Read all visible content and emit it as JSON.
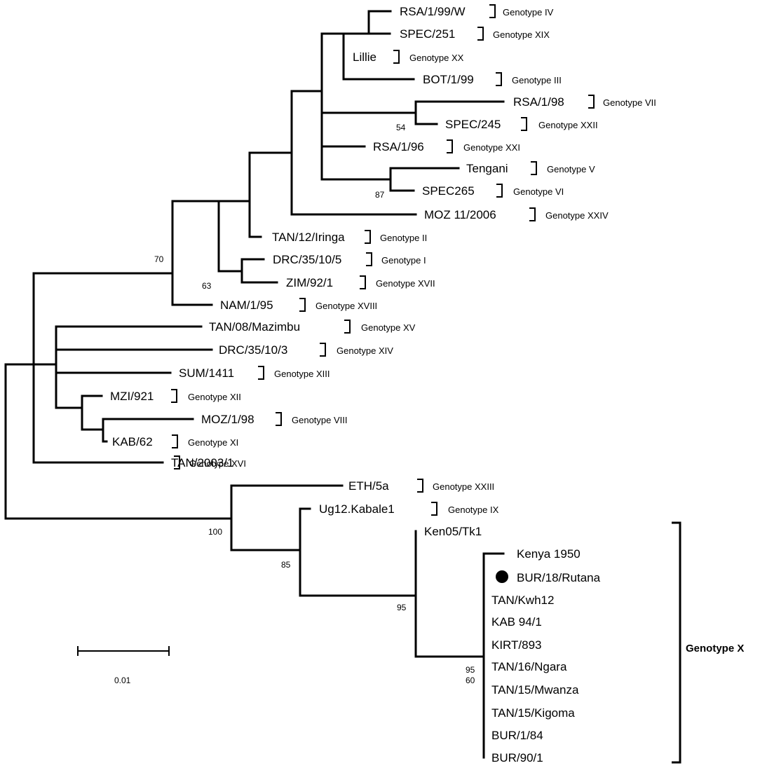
{
  "taxa": [
    {
      "label": "RSA/1/99/W",
      "genotype": "Genotype IV"
    },
    {
      "label": "SPEC/251",
      "genotype": "Genotype XIX"
    },
    {
      "label": "Lillie",
      "genotype": "Genotype XX"
    },
    {
      "label": "BOT/1/99",
      "genotype": "Genotype III"
    },
    {
      "label": "RSA/1/98",
      "genotype": "Genotype VII"
    },
    {
      "label": "SPEC/245",
      "genotype": "Genotype XXII"
    },
    {
      "label": "RSA/1/96",
      "genotype": "Genotype XXI"
    },
    {
      "label": "Tengani",
      "genotype": "Genotype V"
    },
    {
      "label": "SPEC265",
      "genotype": "Genotype VI"
    },
    {
      "label": "MOZ 11/2006",
      "genotype": "Genotype XXIV"
    },
    {
      "label": "TAN/12/Iringa",
      "genotype": "Genotype II"
    },
    {
      "label": "DRC/35/10/5",
      "genotype": "Genotype I"
    },
    {
      "label": "ZIM/92/1",
      "genotype": "Genotype XVII"
    },
    {
      "label": "NAM/1/95",
      "genotype": "Genotype XVIII"
    },
    {
      "label": "TAN/08/Mazimbu",
      "genotype": "Genotype XV"
    },
    {
      "label": "DRC/35/10/3",
      "genotype": "Genotype XIV"
    },
    {
      "label": "SUM/1411",
      "genotype": "Genotype XIII"
    },
    {
      "label": "MZI/921",
      "genotype": "Genotype XII"
    },
    {
      "label": "MOZ/1/98",
      "genotype": "Genotype VIII"
    },
    {
      "label": "KAB/62",
      "genotype": "Genotype XI"
    },
    {
      "label": "TAN/2003/1",
      "genotype": "Genotype XVI"
    },
    {
      "label": "ETH/5a",
      "genotype": "Genotype XXIII"
    },
    {
      "label": "Ug12.Kabale1",
      "genotype": "Genotype IX"
    },
    {
      "label": "Ken05/Tk1",
      "genotype": ""
    },
    {
      "label": "Kenya 1950",
      "genotype": ""
    },
    {
      "label": "BUR/18/Rutana",
      "genotype": ""
    },
    {
      "label": "TAN/Kwh12",
      "genotype": ""
    },
    {
      "label": "KAB 94/1",
      "genotype": ""
    },
    {
      "label": "KIRT/893",
      "genotype": ""
    },
    {
      "label": "TAN/16/Ngara",
      "genotype": ""
    },
    {
      "label": "TAN/15/Mwanza",
      "genotype": ""
    },
    {
      "label": "TAN/15/Kigoma",
      "genotype": ""
    },
    {
      "label": "BUR/1/84",
      "genotype": ""
    },
    {
      "label": "BUR/90/1",
      "genotype": ""
    }
  ],
  "bootstrap_values": [
    "54",
    "87",
    "70",
    "63",
    "100",
    "85",
    "95",
    "95",
    "60"
  ],
  "clade_label": "Genotype X",
  "highlighted_taxon": "BUR/18/Rutana",
  "scale_bar": {
    "label": "0.01"
  }
}
